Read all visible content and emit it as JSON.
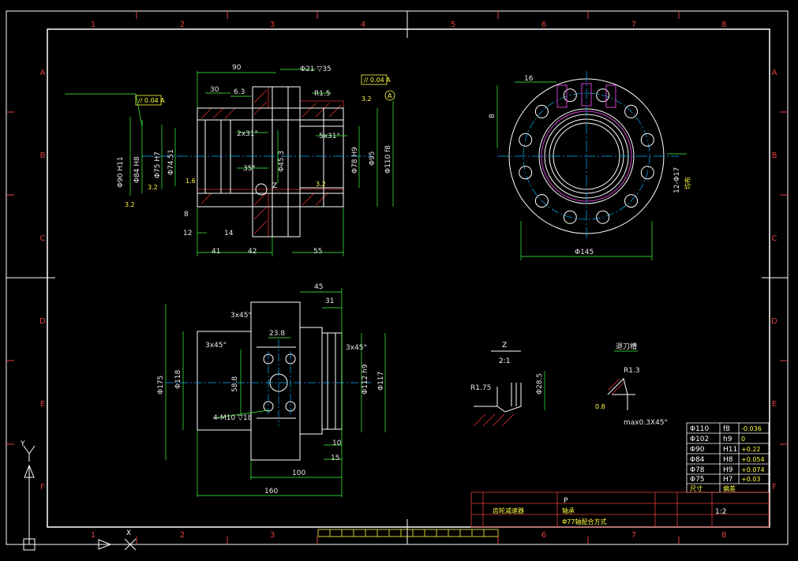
{
  "frame": {
    "col_labels": [
      "1",
      "2",
      "3",
      "4",
      "5",
      "6",
      "7",
      "8"
    ],
    "row_labels": [
      "A",
      "B",
      "C",
      "D",
      "E",
      "F"
    ]
  },
  "front_view": {
    "dims": [
      "90",
      "30",
      "6.3",
      "Φ21 ▽35",
      "R1.5",
      "2x31°",
      "35°",
      "Z",
      "5x31°",
      "Φ90 H11",
      "Φ84 H8",
      "Φ75 H7",
      "Φ74.51",
      "Φ45.3",
      "Φ78 H9",
      "Φ95",
      "Φ110 f8",
      "12",
      "41",
      "42",
      "55",
      "14",
      "8"
    ],
    "tol_boxes": [
      "// 0.04 A",
      "// 0.04 A"
    ],
    "rough": [
      "3.2",
      "1.6",
      "3.2",
      "3.2",
      "3.2"
    ],
    "datum": "A"
  },
  "side_view": {
    "dims": [
      "8",
      "Φ145",
      "16",
      "12-Φ17",
      "均布"
    ]
  },
  "section_view": {
    "dims": [
      "45",
      "31",
      "3x45°",
      "23.8",
      "3x45°",
      "3x45°",
      "Φ175",
      "Φ118",
      "58.8",
      "Φ112 h9",
      "Φ117",
      "4-M10 ▽18",
      "10",
      "15",
      "100",
      "160"
    ]
  },
  "detail_z": {
    "title": "Z",
    "scale": "2:1",
    "dims": [
      "R1.75",
      "Φ28.5"
    ]
  },
  "detail_groove": {
    "title": "退刀槽",
    "dims": [
      "R1.3",
      "max0.3X45°",
      "0.8"
    ]
  },
  "tolerance_table": {
    "rows": [
      {
        "size": "Φ110",
        "code": "f8",
        "dev": "-0.036"
      },
      {
        "size": "Φ102",
        "code": "h9",
        "dev": "0"
      },
      {
        "size": "Φ90",
        "code": "H11",
        "dev": "+0.22"
      },
      {
        "size": "Φ84",
        "code": "H8",
        "dev": "+0.054"
      },
      {
        "size": "Φ78",
        "code": "H9",
        "dev": "+0.074"
      },
      {
        "size": "Φ75",
        "code": "H7",
        "dev": "+0.03"
      }
    ],
    "footer": [
      "尺寸",
      "偏差"
    ]
  },
  "title_block": {
    "p_label": "P",
    "scale": "1:2",
    "part": "轴承",
    "note": "Φ77轴配合方式",
    "name": "齿轮减速器"
  },
  "ucs": {
    "x": "X",
    "y": "Y"
  }
}
